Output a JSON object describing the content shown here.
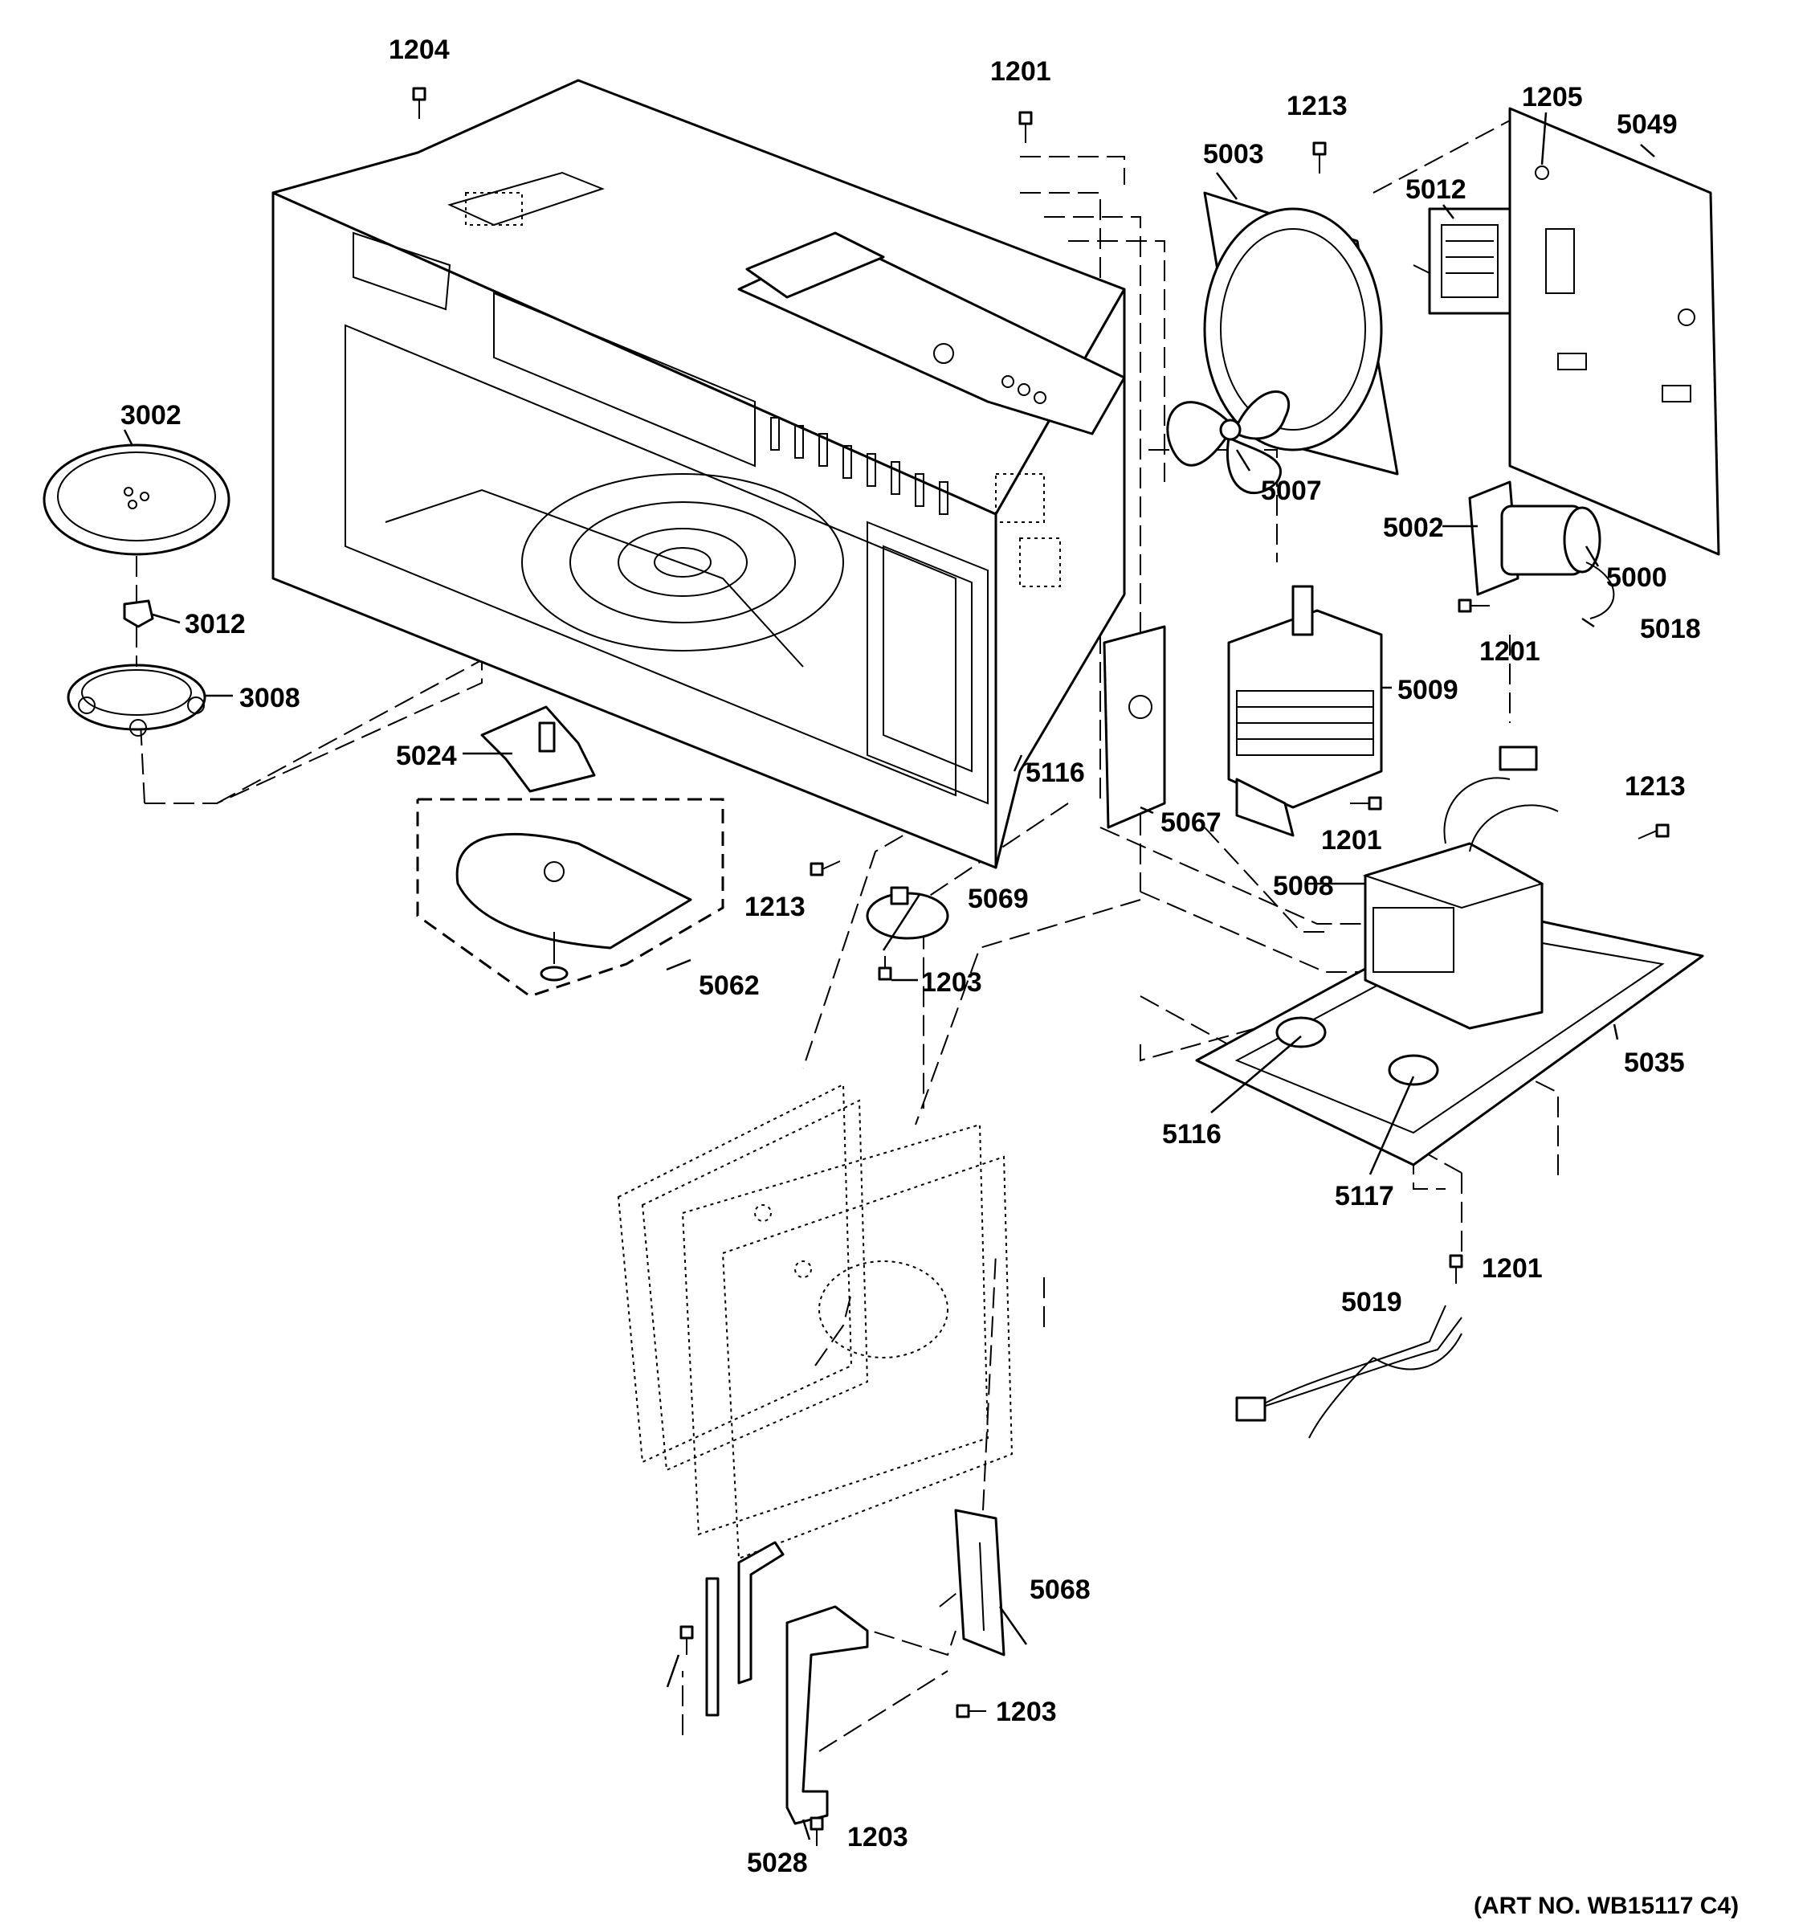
{
  "art_number": "(ART NO. WB15117 C4)",
  "callouts": [
    {
      "id": "c1204",
      "text": "1204"
    },
    {
      "id": "c1201a",
      "text": "1201"
    },
    {
      "id": "c1213a",
      "text": "1213"
    },
    {
      "id": "c1205",
      "text": "1205"
    },
    {
      "id": "c5049",
      "text": "5049"
    },
    {
      "id": "c5003",
      "text": "5003"
    },
    {
      "id": "c5012",
      "text": "5012"
    },
    {
      "id": "c3002",
      "text": "3002"
    },
    {
      "id": "c5007",
      "text": "5007"
    },
    {
      "id": "c5002",
      "text": "5002"
    },
    {
      "id": "c5000",
      "text": "5000"
    },
    {
      "id": "c3012",
      "text": "3012"
    },
    {
      "id": "c1201b",
      "text": "1201"
    },
    {
      "id": "c5018",
      "text": "5018"
    },
    {
      "id": "c3008",
      "text": "3008"
    },
    {
      "id": "c5009",
      "text": "5009"
    },
    {
      "id": "c5024",
      "text": "5024"
    },
    {
      "id": "c5116a",
      "text": "5116"
    },
    {
      "id": "c1213b",
      "text": "1213"
    },
    {
      "id": "c5067",
      "text": "5067"
    },
    {
      "id": "c1201c",
      "text": "1201"
    },
    {
      "id": "c5008",
      "text": "5008"
    },
    {
      "id": "c5069",
      "text": "5069"
    },
    {
      "id": "c1213c",
      "text": "1213"
    },
    {
      "id": "c1203a",
      "text": "1203"
    },
    {
      "id": "c5062",
      "text": "5062"
    },
    {
      "id": "c5035",
      "text": "5035"
    },
    {
      "id": "c5116b",
      "text": "5116"
    },
    {
      "id": "c5117",
      "text": "5117"
    },
    {
      "id": "c1201d",
      "text": "1201"
    },
    {
      "id": "c5019",
      "text": "5019"
    },
    {
      "id": "c5068",
      "text": "5068"
    },
    {
      "id": "c1203b",
      "text": "1203"
    },
    {
      "id": "c1203c",
      "text": "1203"
    },
    {
      "id": "c5028",
      "text": "5028"
    }
  ]
}
